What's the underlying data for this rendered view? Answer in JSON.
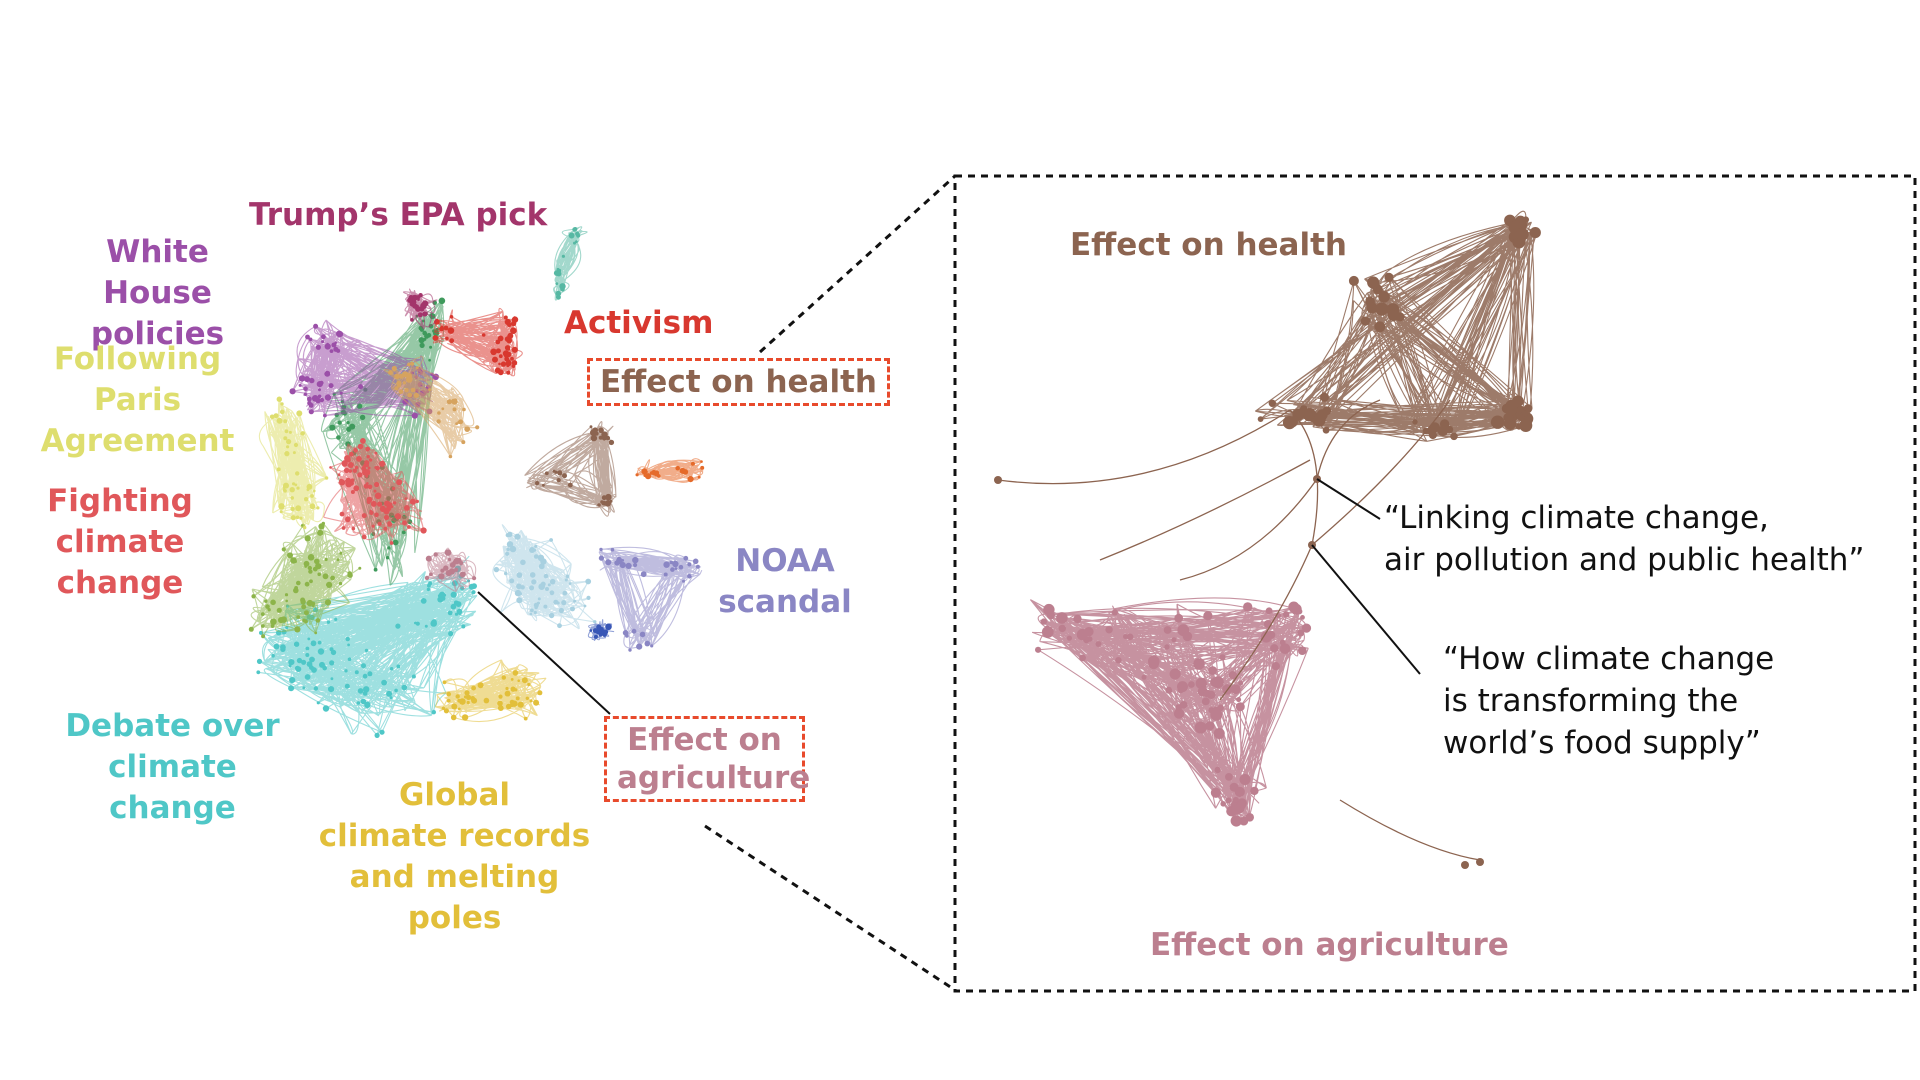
{
  "colors": {
    "trump_epa": "#a3356b",
    "white_house": "#9b4fa8",
    "paris": "#dede6e",
    "fighting": "#e0575a",
    "activism": "#d8382f",
    "health": "#8c6450",
    "noaa": "#8a86c4",
    "debate": "#4fc7c7",
    "global": "#e2bf3a",
    "agriculture": "#bc7f8f",
    "highlight_box": "#e84a2c",
    "zoom_box": "#111111"
  },
  "overview": {
    "clusters": [
      {
        "id": "trump",
        "label": "Trump’s EPA pick",
        "color": "#a3356b"
      },
      {
        "id": "whitehouse",
        "label": "White House\npolicies",
        "color": "#9b4fa8"
      },
      {
        "id": "paris",
        "label": "Following\nParis\nAgreement",
        "color": "#dede6e"
      },
      {
        "id": "fighting",
        "label": "Fighting\nclimate\nchange",
        "color": "#e0575a"
      },
      {
        "id": "activism",
        "label": "Activism",
        "color": "#d8382f"
      },
      {
        "id": "health",
        "label": "Effect on health",
        "color": "#8c6450"
      },
      {
        "id": "noaa",
        "label": "NOAA\nscandal",
        "color": "#8a86c4"
      },
      {
        "id": "debate",
        "label": "Debate over\nclimate change",
        "color": "#4fc7c7"
      },
      {
        "id": "global",
        "label": "Global\nclimate records\nand melting poles",
        "color": "#e2bf3a"
      },
      {
        "id": "agriculture",
        "label": "Effect on\nagriculture",
        "color": "#bc7f8f"
      }
    ]
  },
  "zoom": {
    "health_title": "Effect on health",
    "agriculture_title": "Effect on agriculture",
    "quote_health": "“Linking climate change,\nair pollution and public health”",
    "quote_agriculture": "“How climate change\nis transforming the\nworld’s food supply”"
  }
}
